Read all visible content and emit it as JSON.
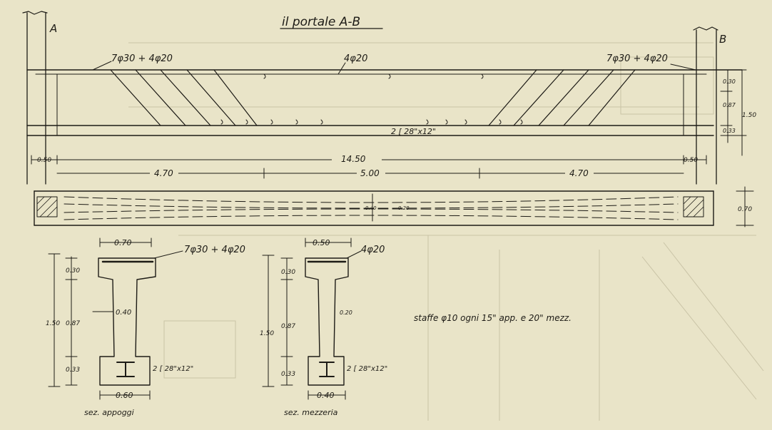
{
  "title": "il portale A-B",
  "supports": {
    "left": "A",
    "right": "B"
  },
  "rebar": {
    "top_left": "7φ30 + 4φ20",
    "top_mid": "4φ20",
    "top_right": "7φ30 + 4φ20",
    "bottom": "2 [ 28\"x12\""
  },
  "elevation_dims": {
    "end_left": "0.50",
    "span_total": "14.50",
    "end_right": "0.50",
    "seg_left": "4.70",
    "seg_mid": "5.00",
    "seg_right": "4.70",
    "depth_top": "0.30",
    "depth_web": "0.87",
    "depth_bot": "0.33",
    "depth_total": "1.50"
  },
  "plan": {
    "mid_label": "0.40",
    "mid_label2": "0.20",
    "width": "0.70"
  },
  "section_supports": {
    "flange_width": "0.70",
    "rebar": "7φ30 + 4φ20",
    "web": "0.40",
    "top": "0.30",
    "height": "1.50",
    "mid": "0.87",
    "bottom": "0.33",
    "bottom_rebar": "2 [ 28\"x12\"",
    "base_width": "0.60",
    "caption": "sez. appoggi"
  },
  "section_midspan": {
    "flange_width": "0.50",
    "rebar": "4φ20",
    "web": "0.20",
    "top": "0.30",
    "height": "1.50",
    "mid": "0.87",
    "bottom": "0.33",
    "bottom_rebar": "2 [ 28\"x12\"",
    "base_width": "0.40",
    "caption": "sez. mezzeria"
  },
  "stirrups_note": "staffe φ10 ogni 15\" app. e 20\" mezz.",
  "colors": {
    "paper": "#e9e4c8",
    "ink": "#1d1b16",
    "ghost": "#c9c3a6"
  }
}
